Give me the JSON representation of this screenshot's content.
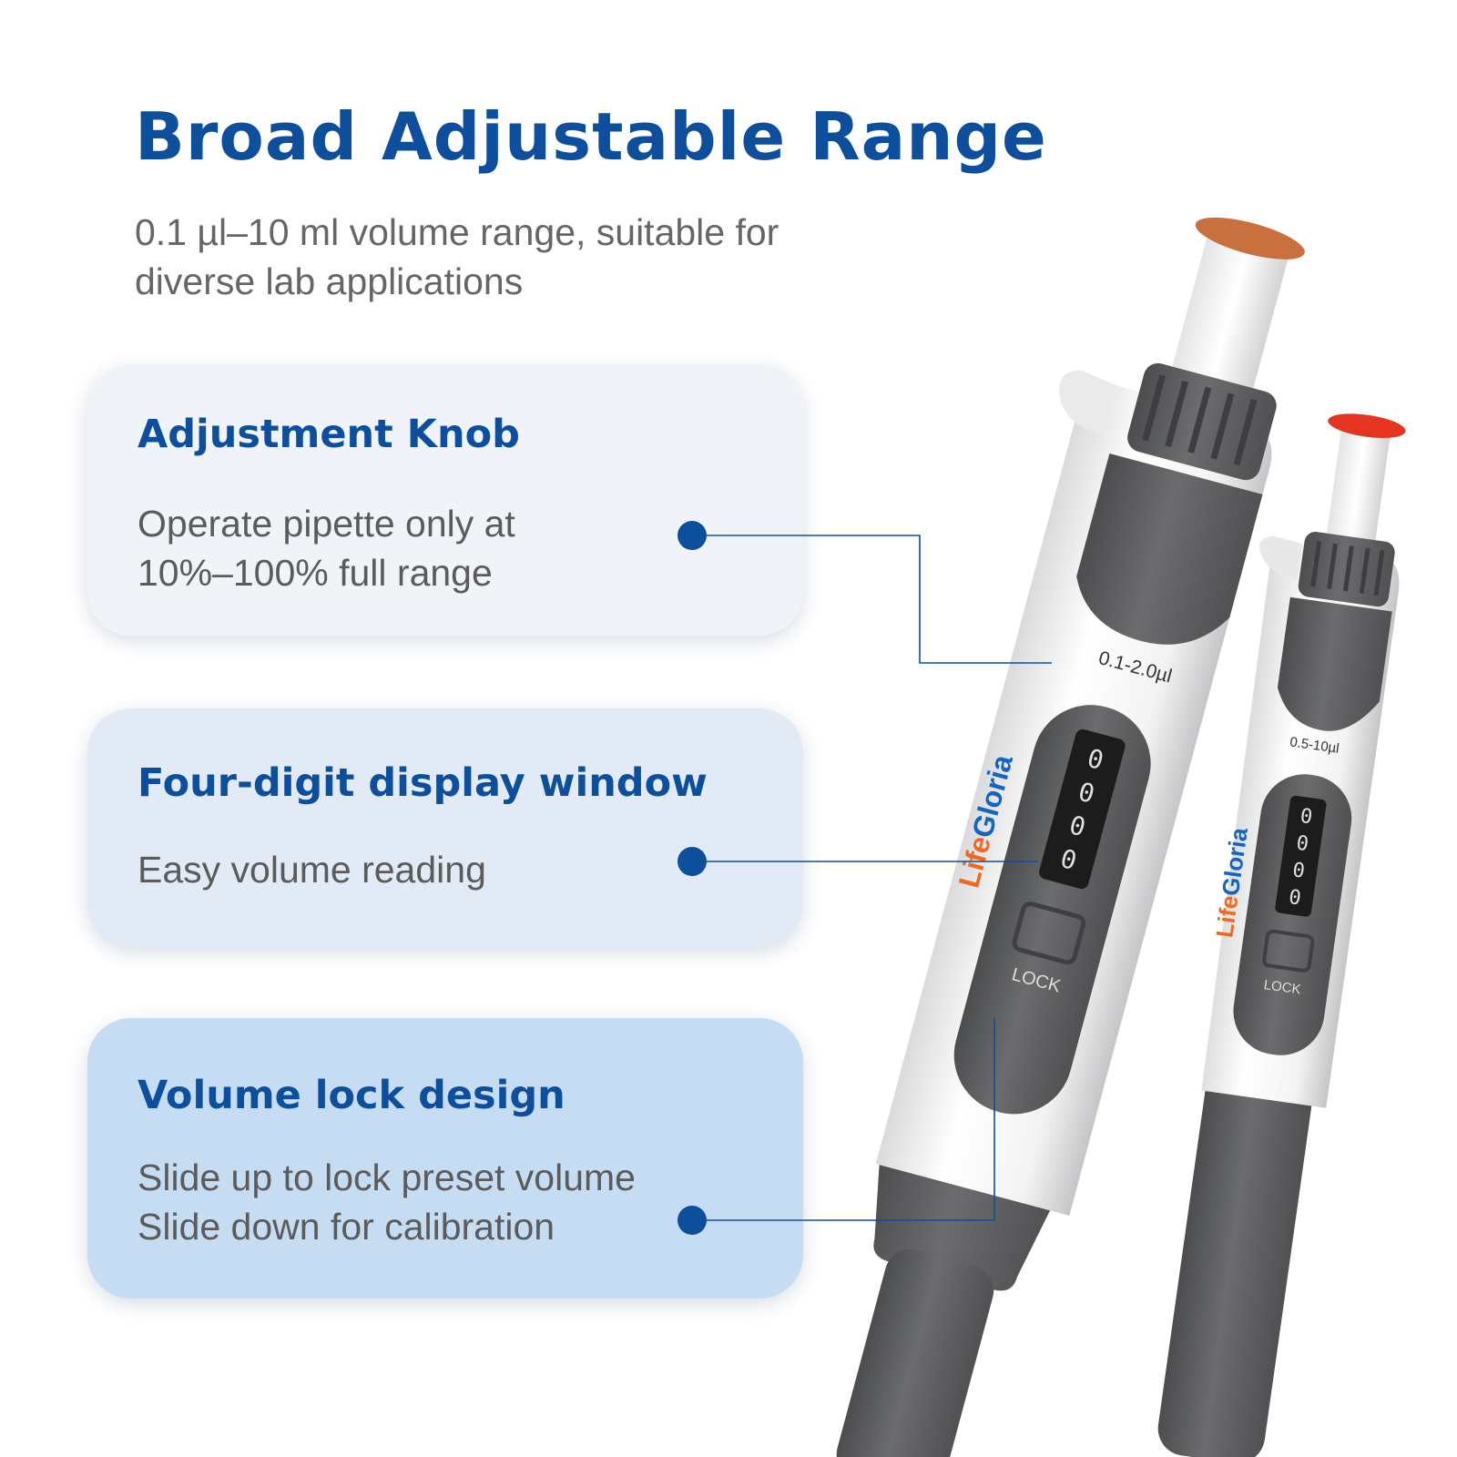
{
  "header": {
    "title": "Broad Adjustable Range",
    "subtitle": "0.1 µl–10 ml volume range, suitable for diverse lab applications"
  },
  "features": [
    {
      "title": "Adjustment Knob",
      "body": "Operate pipette only at\n10%–100% full range"
    },
    {
      "title": "Four-digit display window",
      "body": "Easy volume reading"
    },
    {
      "title": "Volume lock design",
      "body": "Slide up to lock preset volume\nSlide down for calibration"
    }
  ],
  "products": {
    "large": {
      "range": "0.1-2.0µl",
      "digits": [
        "0",
        "0",
        "0",
        "0"
      ],
      "lock": "LOCK"
    },
    "small": {
      "range": "0.5-10µl",
      "digits": [
        "0",
        "0",
        "0",
        "0"
      ],
      "lock": "LOCK"
    }
  },
  "brand": {
    "part1": "Life",
    "part2": "Gloria"
  },
  "colors": {
    "title_blue": "#0d4f9c",
    "body_gray": "#5b5b5b",
    "card_1": "#f0f4f9",
    "card_2": "#e1eaf5",
    "card_3": "#c6dcf2",
    "brand_orange": "#ef6a1e",
    "brand_blue": "#1565c0",
    "pipette_dark": "#5c5d5f",
    "plunger_cap_large": "#c9703f",
    "plunger_cap_small": "#e53520"
  }
}
